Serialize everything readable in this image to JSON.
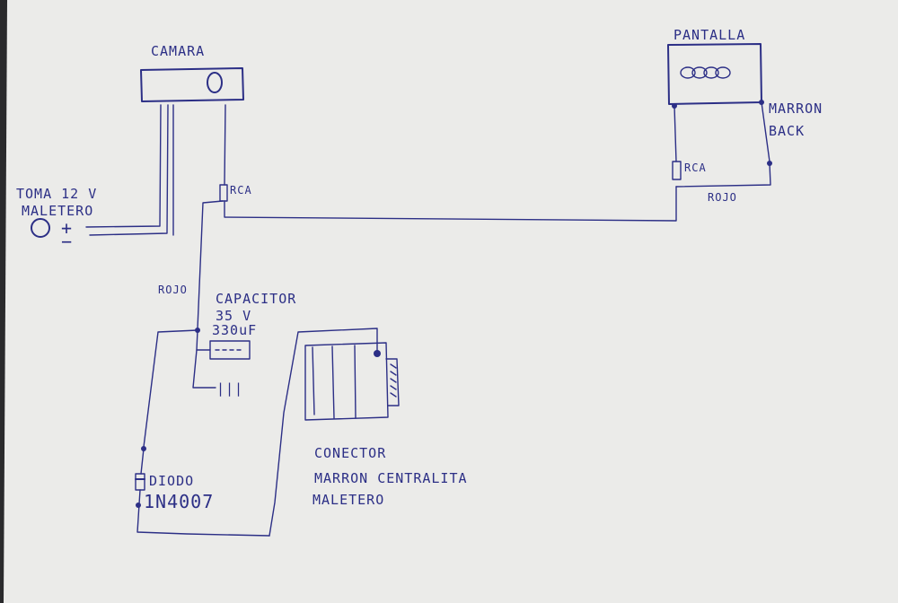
{
  "colors": {
    "ink": "#2c2f86",
    "paper": "#ebebe9",
    "background": "#2a2a2c"
  },
  "labels": {
    "camera": "CAMARA",
    "screen": "PANTALLA",
    "power_line1": "TOMA 12 V",
    "power_line2": "MALETERO",
    "plus": "+",
    "minus": "−",
    "rca_camera": "RCA",
    "rca_screen": "RCA",
    "rojo_left": "ROJO",
    "rojo_right": "ROJO",
    "marron": "MARRON",
    "back": "BACK",
    "capacitor": "CAPACITOR",
    "capacitor_voltage": "35 V",
    "capacitor_value": "330uF",
    "ground_mark": "|||",
    "diode": "DIODO",
    "diode_model": "1N4007",
    "connector_line1": "CONECTOR",
    "connector_line2": "MARRON CENTRALITA",
    "connector_line3": "MALETERO"
  },
  "icons": {
    "camera_lens": "lens-circle-icon",
    "screen_logo": "four-rings-logo-icon",
    "power_socket": "socket-circle-icon",
    "connector": "connector-block-icon"
  }
}
